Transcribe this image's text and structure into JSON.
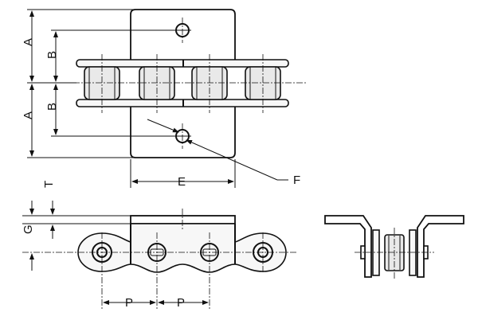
{
  "diagram": {
    "labels": {
      "A_top": "A",
      "B_top": "B",
      "B_bottom": "B",
      "A_bottom": "A",
      "E": "E",
      "F": "F",
      "T": "T",
      "G": "G",
      "P_left": "P",
      "P_right": "P"
    }
  }
}
